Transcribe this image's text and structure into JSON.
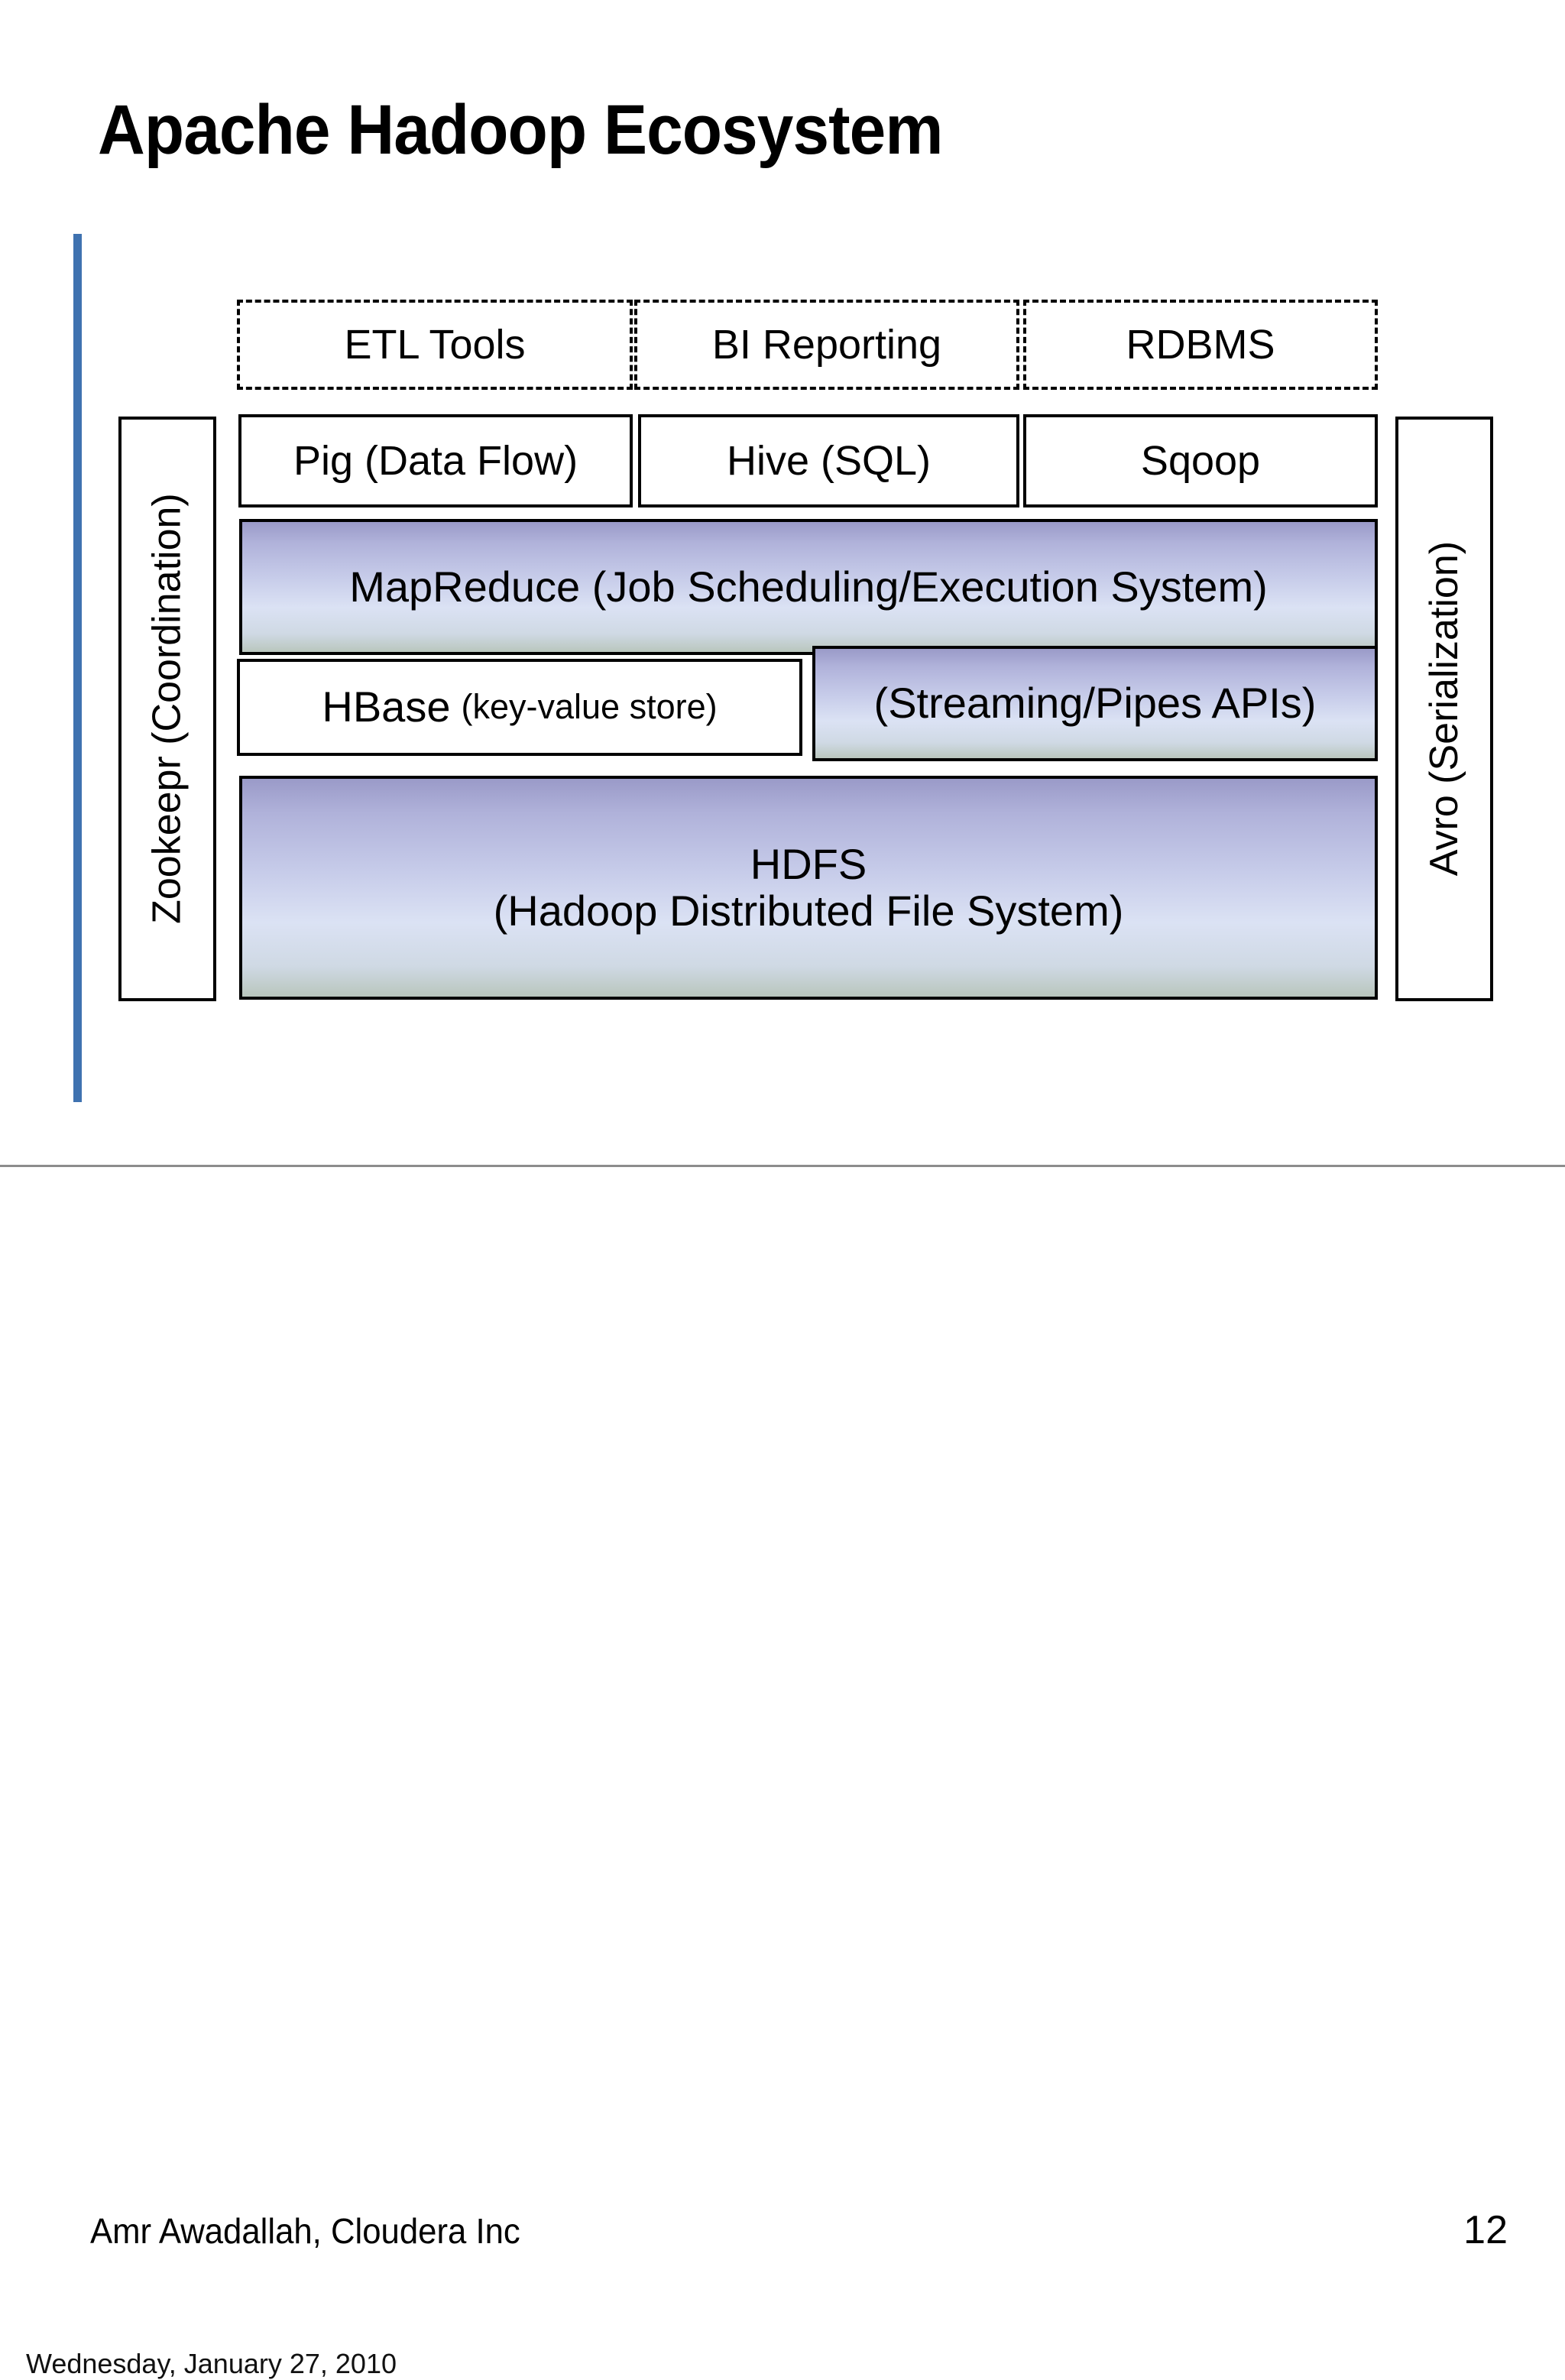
{
  "slide": {
    "title": "Apache Hadoop Ecosystem",
    "accent_color": "#3f72b0",
    "gradient_top_color": "#9a9ac8",
    "gradient_bottom_color": "#b9c6bd"
  },
  "diagram": {
    "type": "layered-stack",
    "external_tools_row": [
      {
        "label": "ETL Tools",
        "style": "dashed"
      },
      {
        "label": "BI Reporting",
        "style": "dashed"
      },
      {
        "label": "RDBMS",
        "style": "dashed"
      }
    ],
    "access_layer_row": [
      {
        "label": "Pig (Data Flow)",
        "style": "solid"
      },
      {
        "label": "Hive (SQL)",
        "style": "solid"
      },
      {
        "label": "Sqoop",
        "style": "solid"
      }
    ],
    "compute_layer": {
      "mapreduce_label": "MapReduce (Job Scheduling/Execution System)",
      "streaming_label": "(Streaming/Pipes APIs)",
      "hbase_main": "HBase",
      "hbase_sub": "(key-value store)"
    },
    "storage_layer": {
      "line1": "HDFS",
      "line2": "(Hadoop Distributed File System)"
    },
    "left_panel": "Zookeepr (Coordination)",
    "right_panel": "Avro (Serialization)"
  },
  "footer": {
    "author": "Amr Awadallah, Cloudera Inc",
    "page_number": "12"
  },
  "date_strip": {
    "date": "Wednesday, January 27, 2010"
  }
}
